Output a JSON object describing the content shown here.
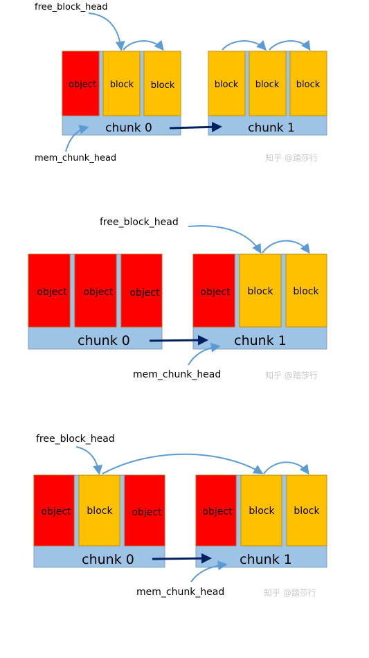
{
  "labels": {
    "free_block_head": "free_block_head",
    "mem_chunk_head": "mem_chunk_head",
    "object": "object",
    "block": "block",
    "chunk0": "chunk 0",
    "chunk1": "chunk 1"
  },
  "watermark": "知乎 @踏莎行",
  "colors": {
    "object": "#ff0000",
    "block": "#ffc000",
    "chunk": "#9dc3e6",
    "chunk_arrow": "#002060",
    "pointer_arrow": "#5b9bd5"
  },
  "panels": [
    {
      "chunk0": [
        "object",
        "block",
        "block"
      ],
      "chunk1": [
        "block",
        "block",
        "block"
      ]
    },
    {
      "chunk0": [
        "object",
        "object",
        "object"
      ],
      "chunk1": [
        "object",
        "block",
        "block"
      ]
    },
    {
      "chunk0": [
        "object",
        "block",
        "object"
      ],
      "chunk1": [
        "object",
        "block",
        "block"
      ]
    }
  ]
}
